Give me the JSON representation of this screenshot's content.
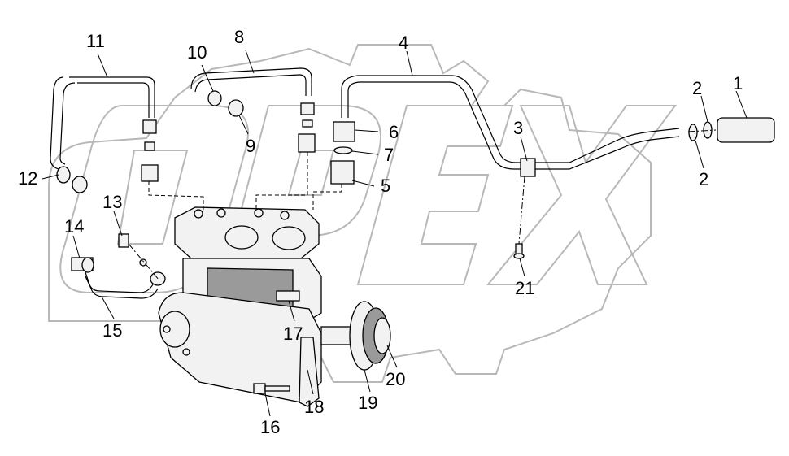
{
  "callouts": {
    "n1": "1",
    "n2a": "2",
    "n2b": "2",
    "n3": "3",
    "n4": "4",
    "n5": "5",
    "n6": "6",
    "n7": "7",
    "n8": "8",
    "n9": "9",
    "n10": "10",
    "n11": "11",
    "n12": "12",
    "n13": "13",
    "n14": "14",
    "n15": "15",
    "n16": "16",
    "n17": "17",
    "n18": "18",
    "n19": "19",
    "n20": "20",
    "n21": "21"
  },
  "colors": {
    "background": "#ffffff",
    "line": "#000000",
    "watermark": "#b8b8b8",
    "part_fill": "#f2f2f2",
    "part_dark": "#9a9a9a"
  }
}
